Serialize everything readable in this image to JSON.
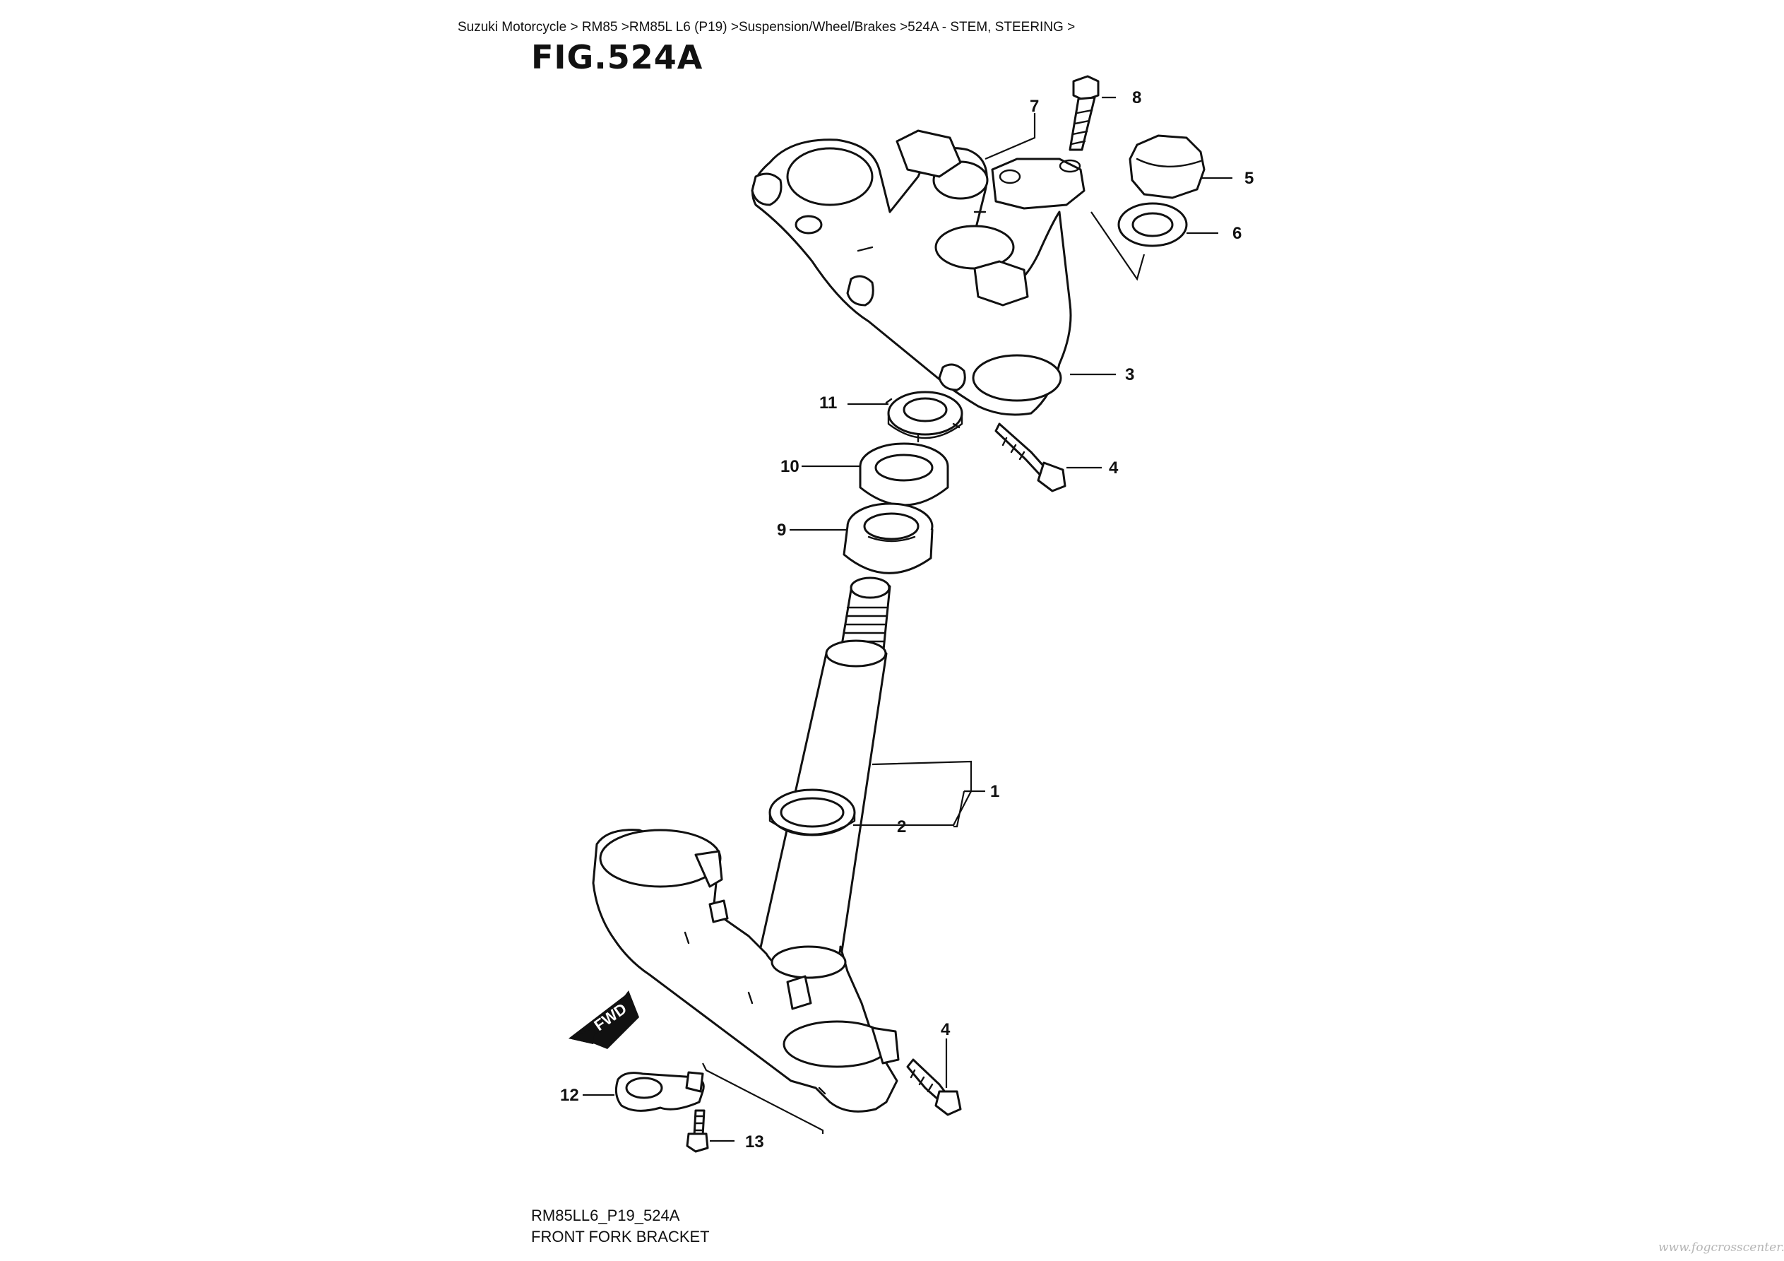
{
  "breadcrumb": "Suzuki Motorcycle > RM85 >RM85L L6 (P19) >Suspension/Wheel/Brakes >524A - STEM, STEERING >",
  "figure": {
    "title": "FIG.524A",
    "code": "RM85LL6_P19_524A",
    "name": "FRONT FORK BRACKET"
  },
  "fwd_label": "FWD",
  "watermark": "www.fogcrosscenter.dk",
  "callouts": [
    "1",
    "2",
    "3",
    "4",
    "4",
    "5",
    "6",
    "7",
    "8",
    "9",
    "10",
    "11",
    "12",
    "13"
  ]
}
